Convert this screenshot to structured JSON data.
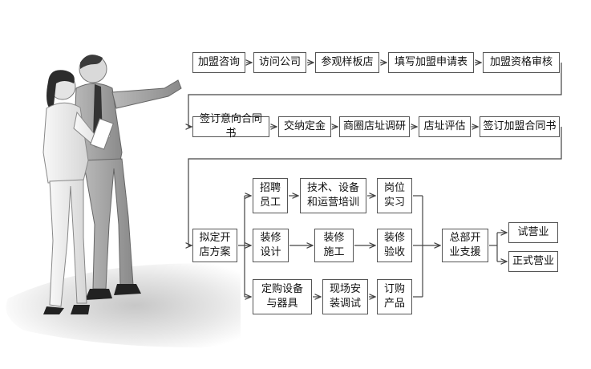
{
  "diagram": {
    "row1": [
      "加盟咨询",
      "访问公司",
      "参观样板店",
      "填写加盟申请表",
      "加盟资格审核"
    ],
    "row2": [
      "签订意向合同书",
      "交纳定金",
      "商圈店址调研",
      "店址评估",
      "签订加盟合同书"
    ],
    "plan": "拟定开\n店方案",
    "branch_a": [
      "招聘\n员工",
      "技术、设备\n和运营培训",
      "岗位\n实习"
    ],
    "branch_b": [
      "装修\n设计",
      "装修\n施工",
      "装修\n验收"
    ],
    "branch_c": [
      "定购设备\n与器具",
      "现场安\n装调试",
      "订购\n产品"
    ],
    "support": "总部开\n业支援",
    "outcomes": [
      "试营业",
      "正式营业"
    ]
  },
  "colors": {
    "box_border": "#555555",
    "arrow": "#444444",
    "floor_shadow": "#d9d9d9"
  }
}
